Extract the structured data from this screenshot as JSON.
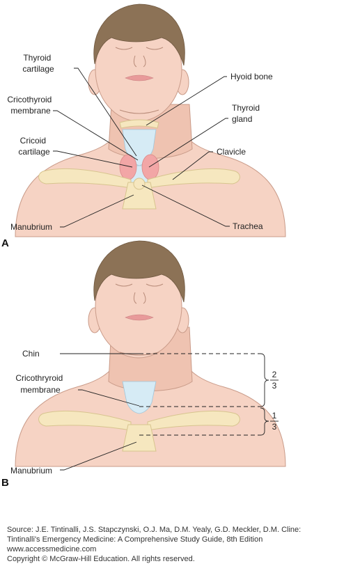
{
  "panel_a": {
    "letter": "A",
    "labels": {
      "thyroid_cartilage": [
        "Thyroid",
        "cartilage"
      ],
      "hyoid_bone": [
        "Hyoid bone"
      ],
      "cricothyroid_membrane": [
        "Cricothyroid",
        "membrane"
      ],
      "thyroid_gland": [
        "Thyroid",
        "gland"
      ],
      "cricoid_cartilage": [
        "Cricoid",
        "cartilage"
      ],
      "clavicle": [
        "Clavicle"
      ],
      "manubrium": [
        "Manubrium"
      ],
      "trachea": [
        "Trachea"
      ]
    }
  },
  "panel_b": {
    "letter": "B",
    "labels": {
      "chin": [
        "Chin"
      ],
      "cricothyroid_membrane": [
        "Cricothryroid",
        "membrane"
      ],
      "manubrium": [
        "Manubrium"
      ]
    },
    "fraction_upper": {
      "numerator": "2",
      "denominator": "3"
    },
    "fraction_lower": {
      "numerator": "1",
      "denominator": "3"
    }
  },
  "source": {
    "lines": [
      "Source: J.E. Tintinalli, J.S. Stapczynski, O.J. Ma, D.M. Yealy, G.D. Meckler, D.M. Cline:",
      "Tintinalli's Emergency Medicine: A Comprehensive Study Guide, 8th Edition",
      "www.accessmedicine.com",
      "Copyright © McGraw-Hill Education.  All rights reserved."
    ]
  }
}
